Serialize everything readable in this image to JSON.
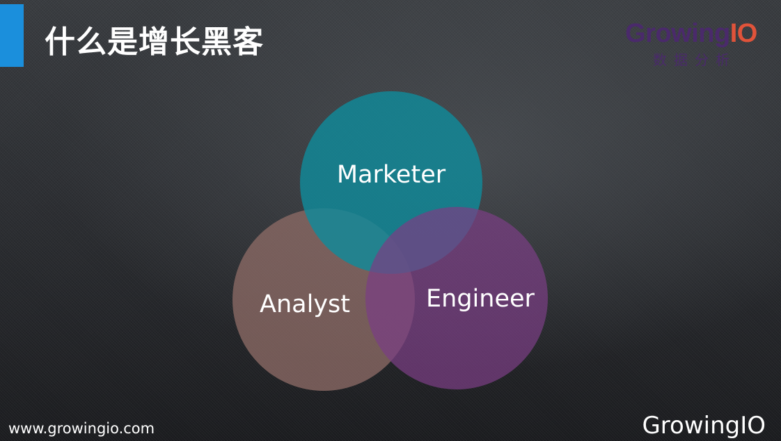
{
  "slide": {
    "title": "什么是增长黑客",
    "accent_color": "#1b8fdc"
  },
  "brand_logo": {
    "word_part1": "Growing",
    "word_part2": "IO",
    "subtitle": "数据分析",
    "colors": {
      "word": "#4a2a6b",
      "io": "#e0533a"
    }
  },
  "venn": {
    "circles": [
      {
        "label": "Marketer",
        "color": "#108a9a"
      },
      {
        "label": "Analyst",
        "color": "#8c6a65"
      },
      {
        "label": "Engineer",
        "color": "#7a3e84"
      }
    ]
  },
  "footer": {
    "url": "www.growingio.com",
    "brand": "GrowingIO"
  }
}
